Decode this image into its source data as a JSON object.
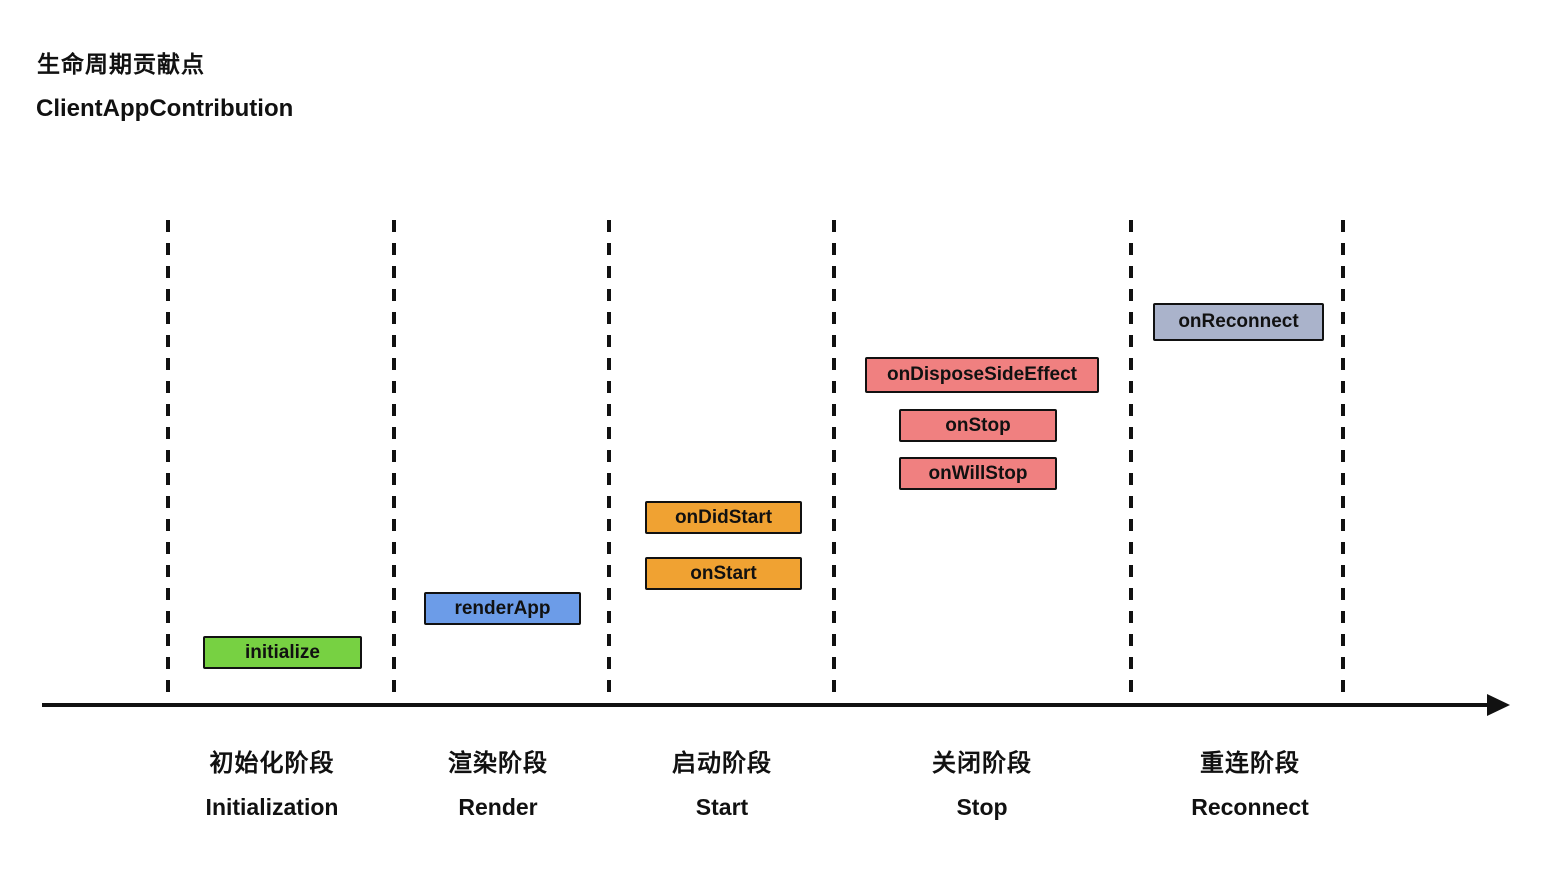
{
  "title": "生命周期贡献点",
  "subtitle": "ClientAppContribution",
  "colors": {
    "initialize_green": "#77D142",
    "render_blue": "#6C9CE8",
    "start_orange": "#F0A232",
    "stop_salmon": "#F08080",
    "reconnect_slate": "#AAB3CB",
    "line_black": "#111111",
    "background": "#FFFFFF"
  },
  "boxes": [
    {
      "label": "initialize",
      "phase": "Initialization",
      "color": "#77D142"
    },
    {
      "label": "renderApp",
      "phase": "Render",
      "color": "#6C9CE8"
    },
    {
      "label": "onDidStart",
      "phase": "Start",
      "color": "#F0A232"
    },
    {
      "label": "onStart",
      "phase": "Start",
      "color": "#F0A232"
    },
    {
      "label": "onDisposeSideEffect",
      "phase": "Stop",
      "color": "#F08080"
    },
    {
      "label": "onStop",
      "phase": "Stop",
      "color": "#F08080"
    },
    {
      "label": "onWillStop",
      "phase": "Stop",
      "color": "#F08080"
    },
    {
      "label": "onReconnect",
      "phase": "Reconnect",
      "color": "#AAB3CB"
    }
  ],
  "phases": [
    {
      "zh": "初始化阶段",
      "en": "Initialization"
    },
    {
      "zh": "渲染阶段",
      "en": "Render"
    },
    {
      "zh": "启动阶段",
      "en": "Start"
    },
    {
      "zh": "关闭阶段",
      "en": "Stop"
    },
    {
      "zh": "重连阶段",
      "en": "Reconnect"
    }
  ]
}
